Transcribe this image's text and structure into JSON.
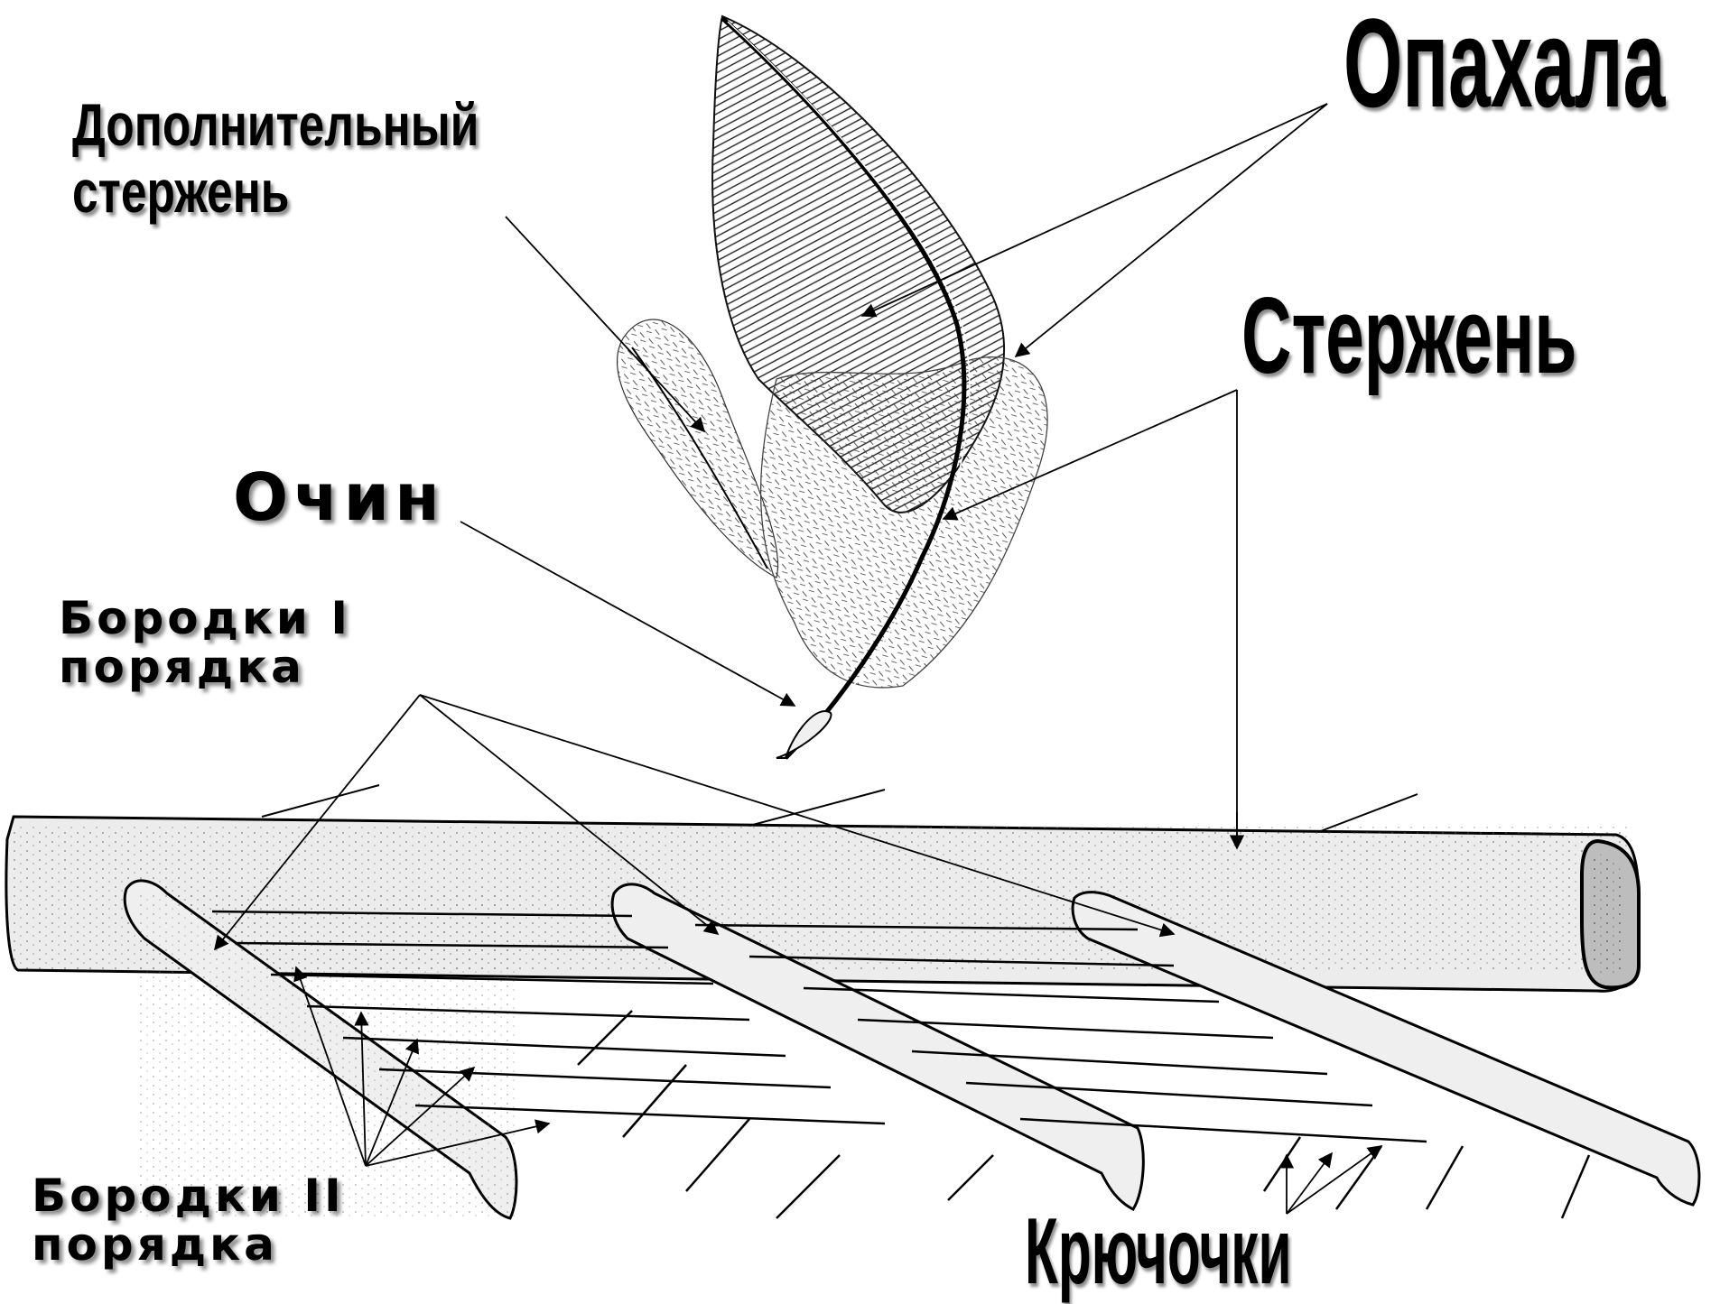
{
  "labels": {
    "accessory_shaft": [
      "Дополнительный",
      "стержень"
    ],
    "vanes": "Опахала",
    "shaft": "Стержень",
    "calamus": "Очин",
    "barbs_1": [
      "Бородки I",
      "порядка"
    ],
    "barbs_2": [
      "Бородки II",
      "порядка"
    ],
    "hooklets": "Крючочки"
  },
  "colors": {
    "ink": "#000000",
    "paper": "#ffffff",
    "shade": "#e9e9e9"
  }
}
